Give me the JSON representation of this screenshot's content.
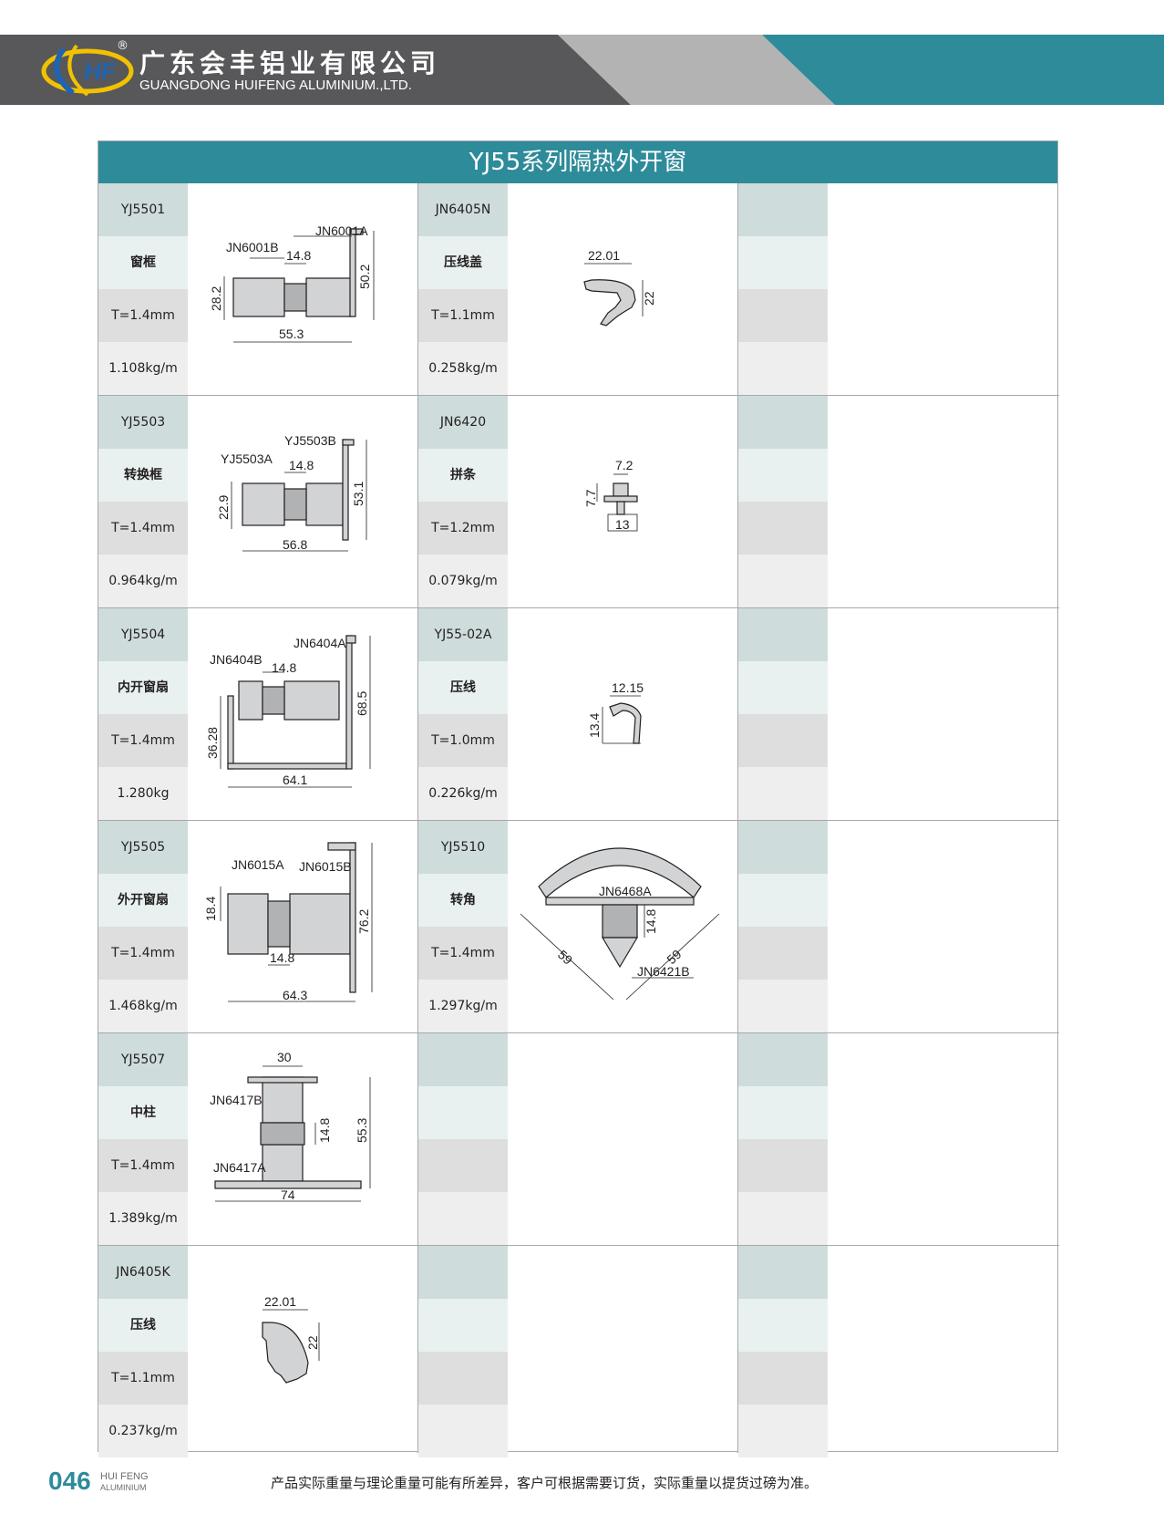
{
  "header": {
    "logo_text": "HF",
    "registered_mark": "®",
    "company_cn": "广东会丰铝业有限公司",
    "company_en": "GUANGDONG HUIFENG ALUMINIUM.,LTD.",
    "colors": {
      "dark": "#58585a",
      "light": "#b3b3b3",
      "teal": "#2e8b9a"
    }
  },
  "title": "YJ55系列隔热外开窗",
  "products": [
    {
      "code": "YJ5501",
      "name": "窗框",
      "thickness": "T=1.4mm",
      "weight": "1.108kg/m",
      "labels": {
        "a": "JN6001A",
        "b": "JN6001B",
        "d1": "14.8",
        "d2": "50.2",
        "d3": "28.2",
        "d4": "55.3"
      }
    },
    {
      "code": "YJ5503",
      "name": "转换框",
      "thickness": "T=1.4mm",
      "weight": "0.964kg/m",
      "labels": {
        "a": "YJ5503B",
        "b": "YJ5503A",
        "d1": "14.8",
        "d2": "53.1",
        "d3": "22.9",
        "d4": "56.8"
      }
    },
    {
      "code": "YJ5504",
      "name": "内开窗扇",
      "thickness": "T=1.4mm",
      "weight": "1.280kg",
      "labels": {
        "a": "JN6404A",
        "b": "JN6404B",
        "d1": "14.8",
        "d2": "68.5",
        "d3": "36.28",
        "d4": "64.1"
      }
    },
    {
      "code": "YJ5505",
      "name": "外开窗扇",
      "thickness": "T=1.4mm",
      "weight": "1.468kg/m",
      "labels": {
        "a": "JN6015A",
        "b": "JN6015B",
        "d1": "14.8",
        "d2": "76.2",
        "d3": "18.4",
        "d4": "64.3"
      }
    },
    {
      "code": "YJ5507",
      "name": "中柱",
      "thickness": "T=1.4mm",
      "weight": "1.389kg/m",
      "labels": {
        "a": "JN6417B",
        "b": "JN6417A",
        "d1": "14.8",
        "d2": "55.3",
        "d3": "30",
        "d4": "74"
      }
    },
    {
      "code": "JN6405K",
      "name": "压线",
      "thickness": "T=1.1mm",
      "weight": "0.237kg/m",
      "labels": {
        "d1": "22.01",
        "d2": "22"
      }
    },
    {
      "code": "JN6405N",
      "name": "压线盖",
      "thickness": "T=1.1mm",
      "weight": "0.258kg/m",
      "labels": {
        "d1": "22.01",
        "d2": "22"
      }
    },
    {
      "code": "JN6420",
      "name": "拼条",
      "thickness": "T=1.2mm",
      "weight": "0.079kg/m",
      "labels": {
        "d1": "7.2",
        "d2": "7.7",
        "d3": "13"
      }
    },
    {
      "code": "YJ55-02A",
      "name": "压线",
      "thickness": "T=1.0mm",
      "weight": "0.226kg/m",
      "labels": {
        "d1": "12.15",
        "d2": "13.4"
      }
    },
    {
      "code": "YJ5510",
      "name": "转角",
      "thickness": "T=1.4mm",
      "weight": "1.297kg/m",
      "labels": {
        "a": "JN6468A",
        "b": "JN6421B",
        "d1": "14.8",
        "d2": "59",
        "d3": "59"
      }
    }
  ],
  "footer": {
    "page_number": "046",
    "brand_line1": "HUI FENG",
    "brand_line2": "ALUMINIUM",
    "note": "产品实际重量与理论重量可能有所差异，客户可根据需要订货，实际重量以提货过磅为准。"
  }
}
